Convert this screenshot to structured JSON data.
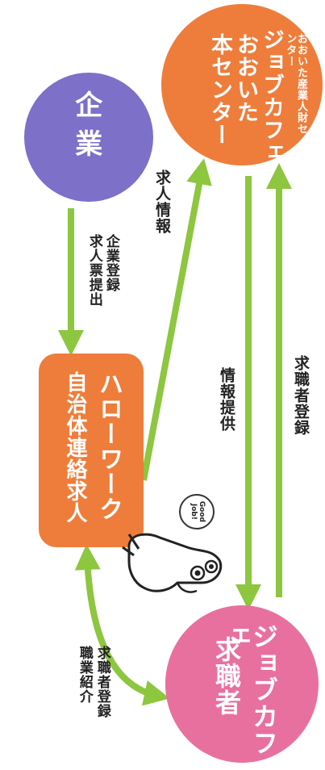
{
  "nodes": {
    "kigyo": {
      "label": "企業"
    },
    "jobcafe_oita": {
      "sub_label": "おおいた産業人財センター",
      "main_label_1": "ジョブカフェ",
      "main_label_2": "おおいた",
      "main_label_3": "本センター"
    },
    "hellowork": {
      "label_1": "ハローワーク",
      "label_2": "自治体連絡求人"
    },
    "jobseeker": {
      "label_1": "ジョブカフェ",
      "label_2": "求職者"
    }
  },
  "flows": {
    "kigyo_to_hellowork": {
      "label_1": "企業登録",
      "label_2": "求人票提出"
    },
    "hellowork_to_jobcafe": {
      "label": "求人情報"
    },
    "jobcafe_to_jobseeker": {
      "label": "情報提供"
    },
    "jobseeker_to_jobcafe": {
      "label": "求職者登録"
    },
    "hellowork_jobseeker": {
      "label_1": "求職者登録",
      "label_2": "職業紹介"
    }
  },
  "mascot": {
    "speech": "Good Job!"
  },
  "colors": {
    "arrow": "#8dc63f",
    "orange": "#ee7d3b",
    "purple": "#7c70c9",
    "pink": "#e8709f"
  }
}
